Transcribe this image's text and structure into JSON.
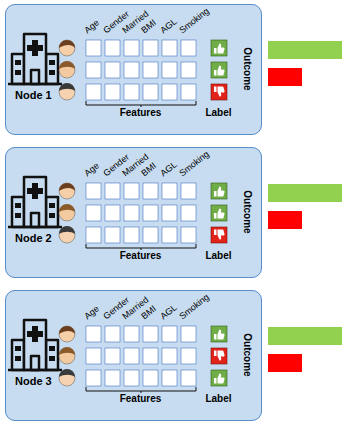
{
  "diagram": {
    "nodes": [
      {
        "text": [
          "Node 1"
        ]
      },
      {
        "text": [
          "Node 2"
        ]
      },
      {
        "text": [
          "Node 3"
        ]
      }
    ],
    "labels": [
      "Age",
      "Gender",
      "Married",
      "BMI",
      "AGL",
      "Smoking",
      "Outcome",
      "Features",
      "Label",
      "Age",
      "Gender",
      "Married",
      "BMI",
      "AGL",
      "Smoking",
      "Outcome",
      "Features",
      "Label",
      "Age",
      "Gender",
      "Married",
      "BMI",
      "AGL",
      "Smoking",
      "Outcome",
      "Features",
      "Label"
    ]
  }
}
